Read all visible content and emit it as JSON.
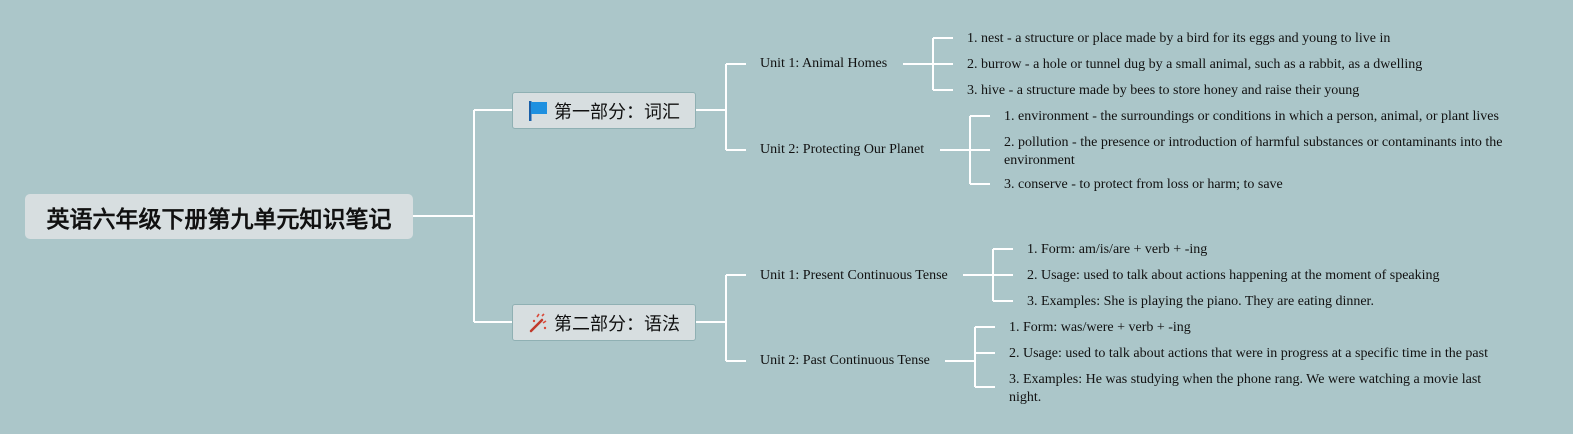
{
  "root": {
    "title": "英语六年级下册第九单元知识笔记"
  },
  "sections": [
    {
      "icon": "blue-flag-icon",
      "label": "第一部分：词汇",
      "units": [
        {
          "label": "Unit 1: Animal Homes",
          "items": [
            "1. nest - a structure or place made by a bird for its eggs and young to live in",
            "2. burrow - a hole or tunnel dug by a small animal, such as a rabbit, as a dwelling",
            "3. hive - a structure made by bees to store honey and raise their young"
          ]
        },
        {
          "label": "Unit 2: Protecting Our Planet",
          "items": [
            "1. environment - the surroundings or conditions in which a person, animal, or plant lives",
            "2. pollution - the presence or introduction of harmful substances or contaminants into the environment",
            "3. conserve - to protect from loss or harm; to save"
          ]
        }
      ]
    },
    {
      "icon": "magic-wand-icon",
      "label": "第二部分：语法",
      "units": [
        {
          "label": "Unit 1: Present Continuous Tense",
          "items": [
            "1. Form: am/is/are + verb + -ing",
            "2. Usage: used to talk about actions happening at the moment of speaking",
            "3. Examples: She is playing the piano. They are eating dinner."
          ]
        },
        {
          "label": "Unit 2: Past Continuous Tense",
          "items": [
            "1. Form: was/were + verb + -ing",
            "2. Usage: used to talk about actions that were in progress at a specific time in the past",
            "3. Examples: He was studying when the phone rang. We were watching a movie last night."
          ]
        }
      ]
    }
  ],
  "colors": {
    "background": "#abc6c9",
    "connector": "#ffffff",
    "node_fill": "#d7dee0"
  }
}
